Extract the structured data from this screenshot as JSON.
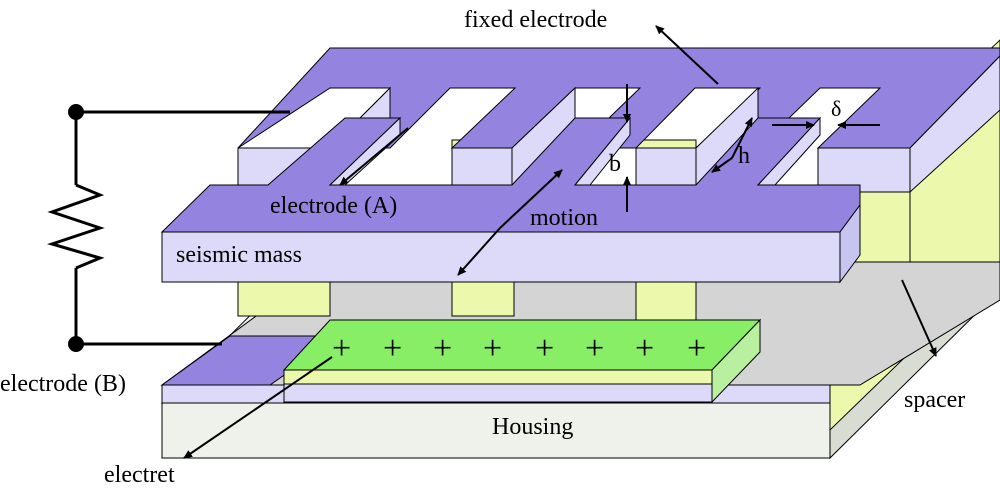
{
  "labels": {
    "fixed_electrode": "fixed electrode",
    "electrode_a": "electrode (A)",
    "motion": "motion",
    "b": "b",
    "h": "h",
    "delta": "δ",
    "seismic_mass": "seismic mass",
    "electrode_b": "electrode (B)",
    "housing": "Housing",
    "spacer": "spacer",
    "electret": "electret",
    "charges": [
      "+",
      "+",
      "+",
      "+",
      "+",
      "+",
      "+",
      "+"
    ]
  },
  "colors": {
    "electrode": "#9484e0",
    "electrode_light": "#d4d0f6",
    "mass_front": "#dcdaf8",
    "spacer": "#ecf8ac",
    "housing": "#eef2ea",
    "electret": "#88ee66",
    "shadow": "#cfcfcf",
    "line": "#000000"
  }
}
